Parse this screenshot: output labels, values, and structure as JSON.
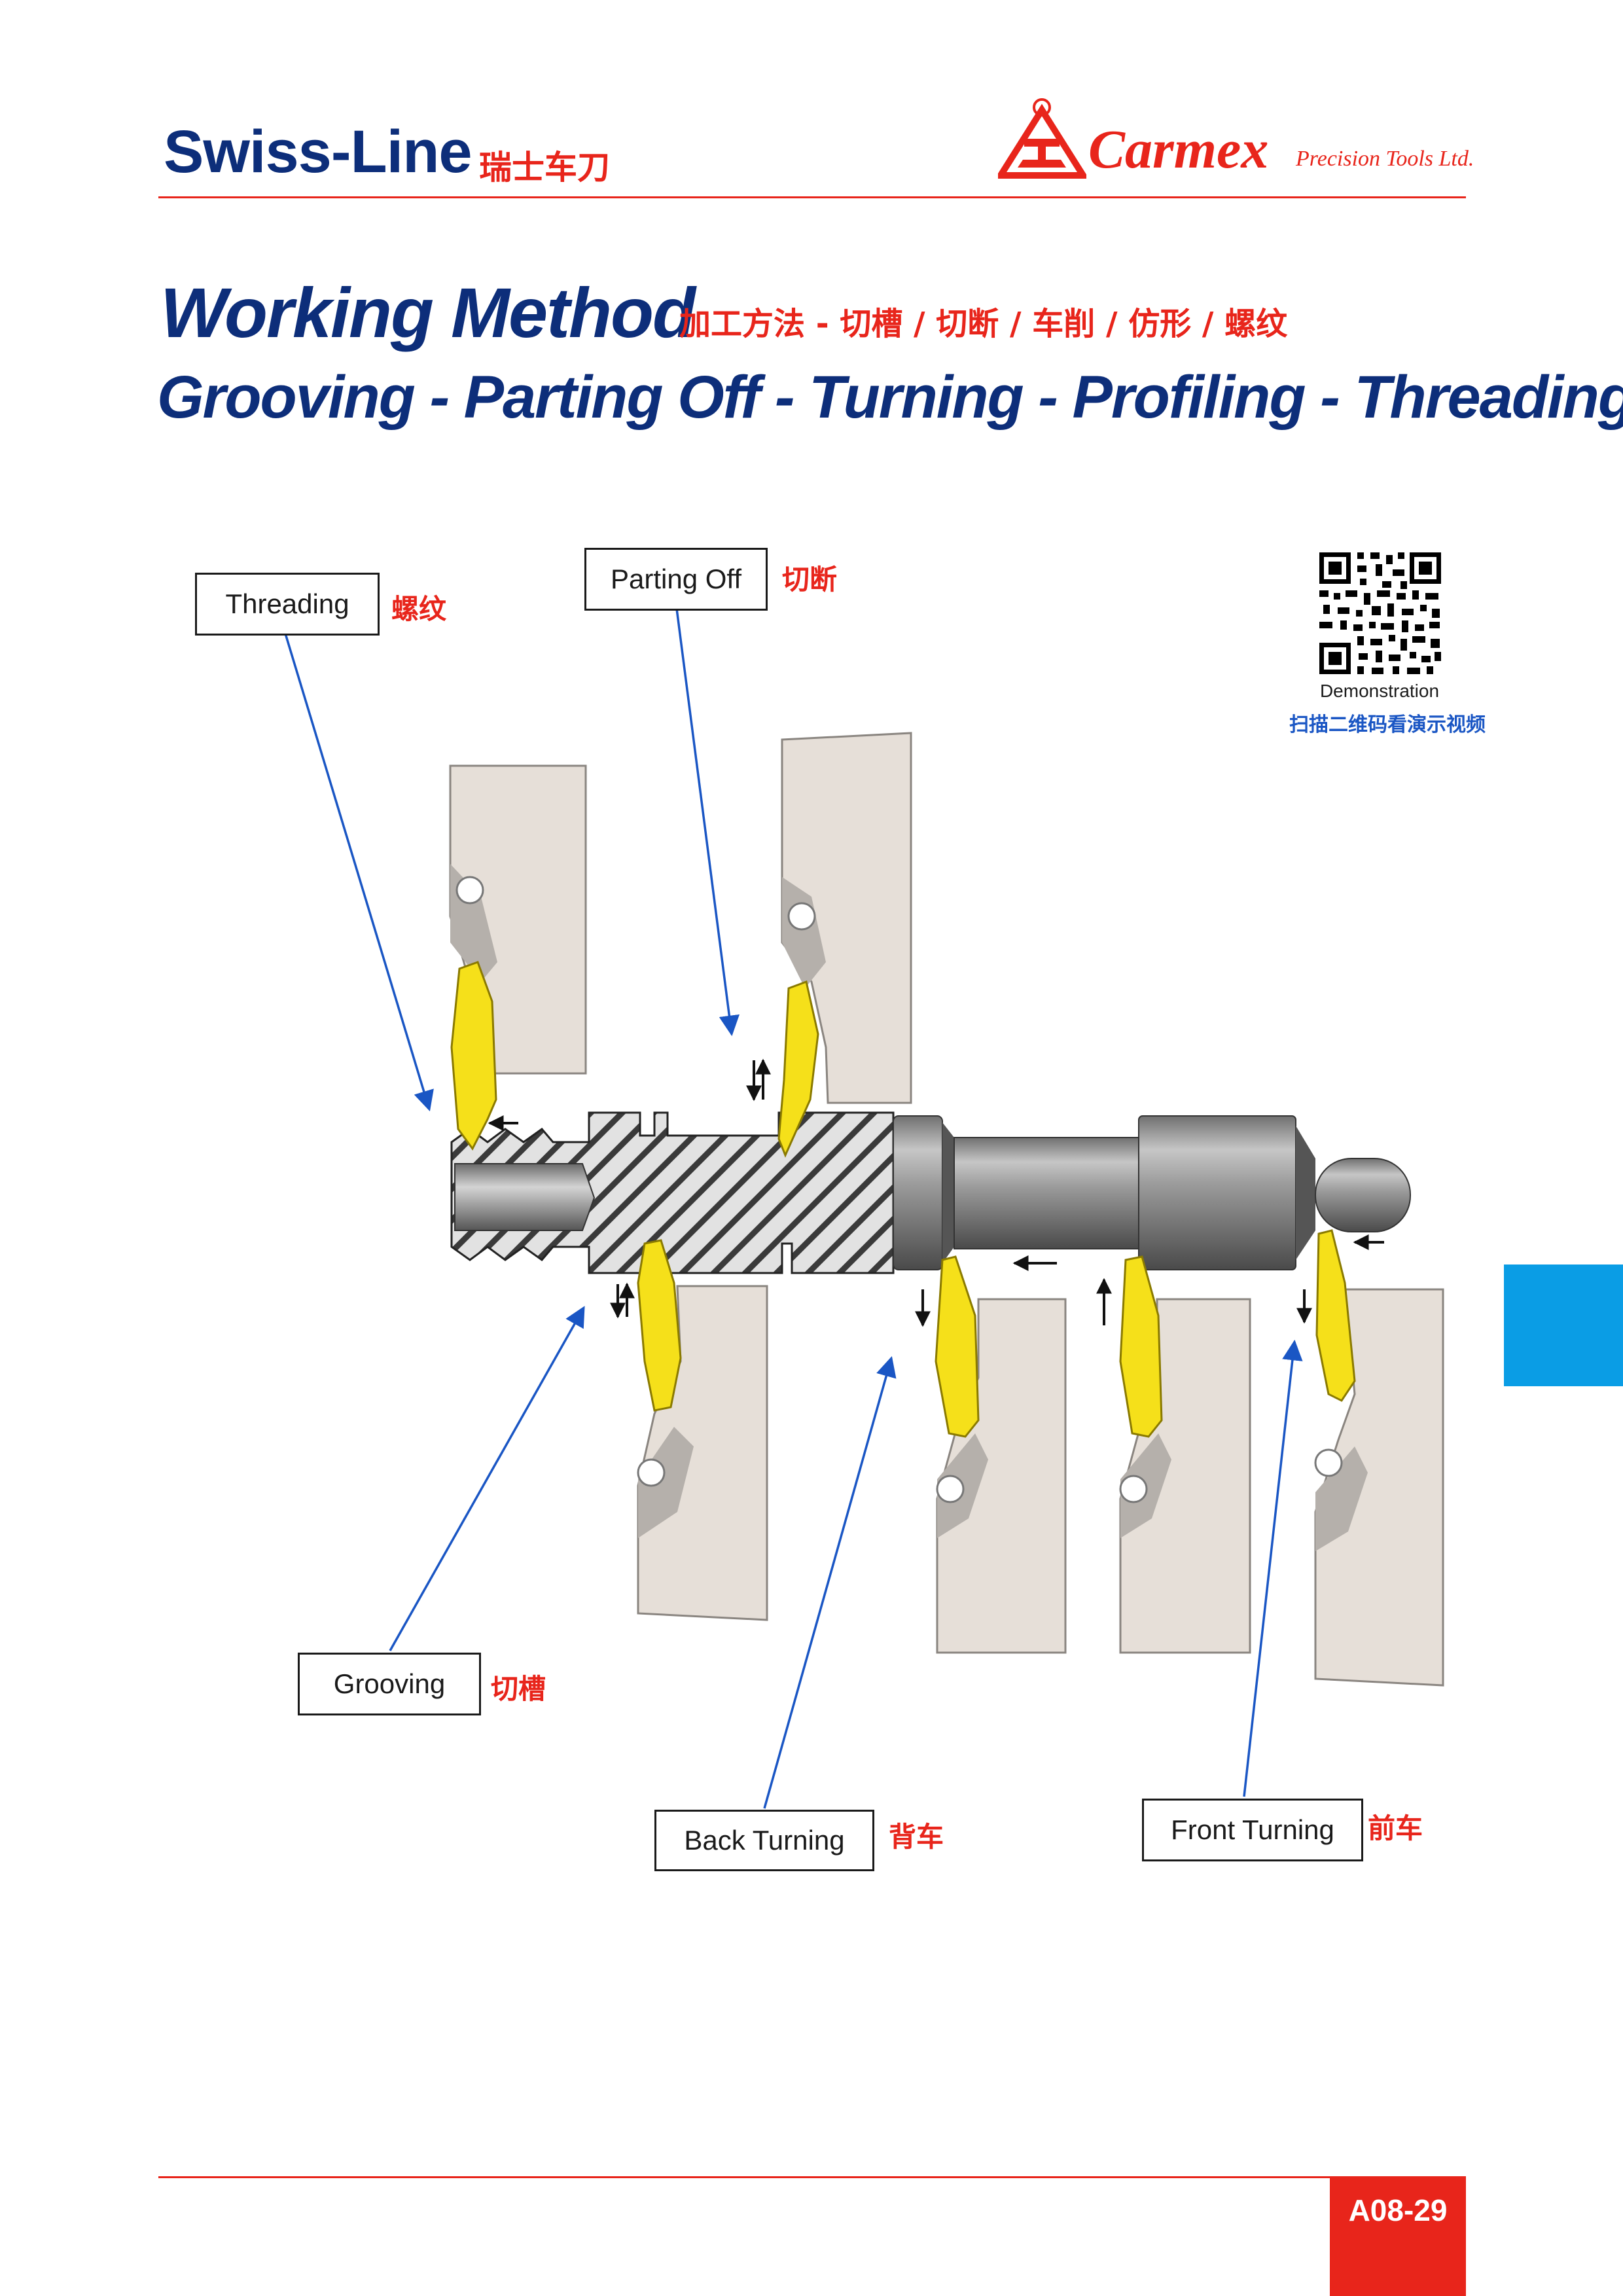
{
  "header": {
    "title": "Swiss-Line",
    "subtitle_cn": "瑞士车刀",
    "brand": {
      "name": "Carmex",
      "tagline": "Precision Tools Ltd."
    }
  },
  "method": {
    "title": "Working Method",
    "title_cn": "加工方法 - 切槽 / 切断 / 车削 / 仿形 / 螺纹",
    "operations": "Grooving - Parting Off - Turning - Profiling - Threading"
  },
  "callouts": [
    {
      "label": "Threading",
      "label_cn": "螺纹"
    },
    {
      "label": "Parting Off",
      "label_cn": "切断"
    },
    {
      "label": "Grooving",
      "label_cn": "切槽"
    },
    {
      "label": "Back Turning",
      "label_cn": "背车"
    },
    {
      "label": "Front Turning",
      "label_cn": "前车"
    }
  ],
  "qr": {
    "caption": "Demonstration",
    "caption_cn": "扫描二维码看演示视频"
  },
  "footer": {
    "page_number": "A08-29"
  },
  "colors": {
    "navy": "#0d2e7a",
    "red": "#e8251b",
    "insert_yellow": "#f5e01a",
    "holder": "#e6dfd8",
    "tab_blue": "#0a9de5"
  }
}
